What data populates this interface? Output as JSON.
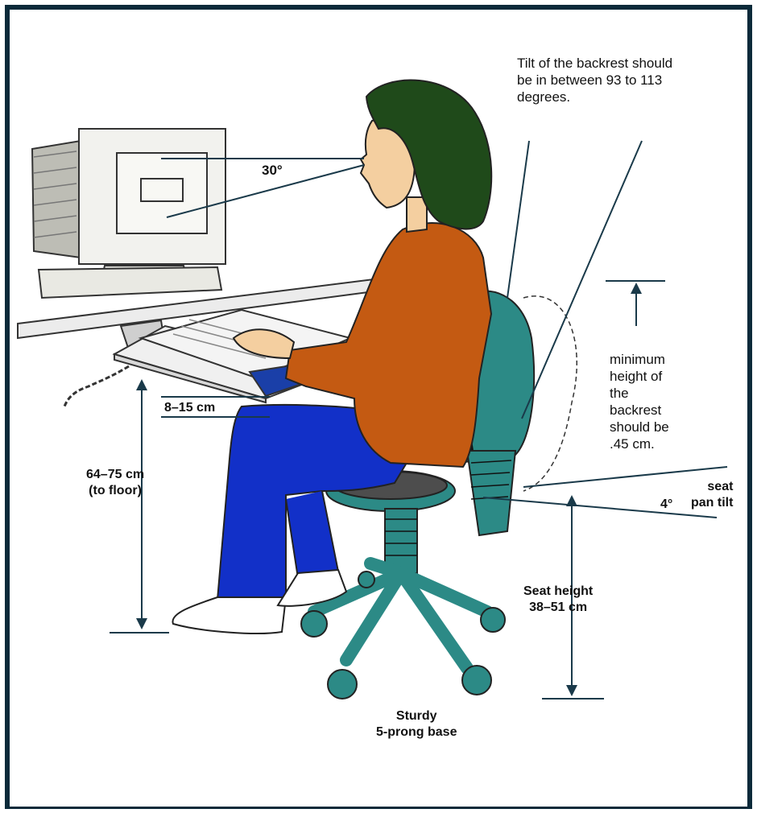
{
  "labels": {
    "backrest_tilt": "Tilt of the backrest should\nbe in between 93 to 113\ndegrees.",
    "view_angle": "30°",
    "keyboard_offset": "8–15 cm",
    "desk_height": "64–75 cm\n(to floor)",
    "backrest_min_height": "minimum\nheight of\nthe\nbackrest\nshould be\n.45 cm.",
    "seat_pan_tilt_label": "seat\npan tilt",
    "seat_pan_tilt_value": "4°",
    "seat_height": "Seat height\n38–51 cm",
    "base": "Sturdy\n5-prong base"
  },
  "colors": {
    "frame": "#0b2a3a",
    "shirt": "#c45a12",
    "trousers": "#1230c8",
    "chair": "#2c8a86",
    "hair": "#1f4a1a",
    "skin": "#f4cfa0",
    "monitor": "#f2f2ee",
    "arrow": "#1a3a4a"
  },
  "icons": {
    "view_angle_lines": "angle-lines-icon",
    "vertical_arrow": "double-headed-arrow-icon"
  }
}
